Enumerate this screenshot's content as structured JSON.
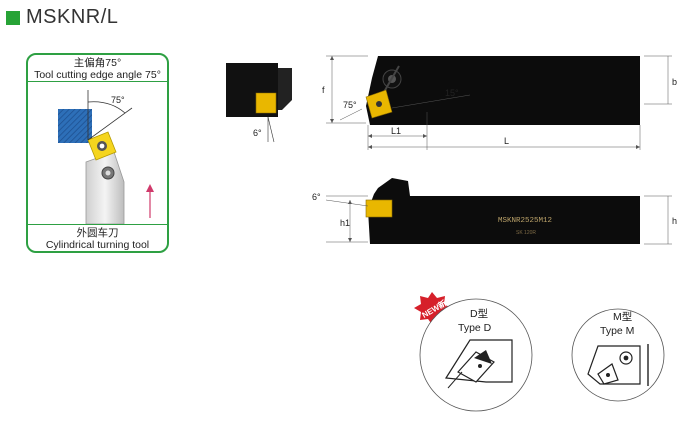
{
  "title": "MSKNR/L",
  "accent_color": "#27a336",
  "card": {
    "top_line1": "主偏角75°",
    "top_line2": "Tool cutting edge angle 75°",
    "bottom_line1": "外圆车刀",
    "bottom_line2": "Cylindrical turning tool",
    "angle_label": "75°"
  },
  "dims": {
    "side_angle": "6°",
    "approach_angle": "75°",
    "relief_angle": "15°",
    "f": "f",
    "b": "b",
    "L1": "L1",
    "L": "L",
    "front_angle": "6°",
    "h1": "h1",
    "h": "h"
  },
  "tool_marking": "MSKNR2525M12",
  "tool_marking_small": "SK  120R",
  "badge": "NEW新",
  "type_d": {
    "line1": "D型",
    "line2": "Type D"
  },
  "type_m": {
    "line1": "M型",
    "line2": "Type M"
  },
  "icons": [
    "arrow-up-icon",
    "screw-icon"
  ]
}
